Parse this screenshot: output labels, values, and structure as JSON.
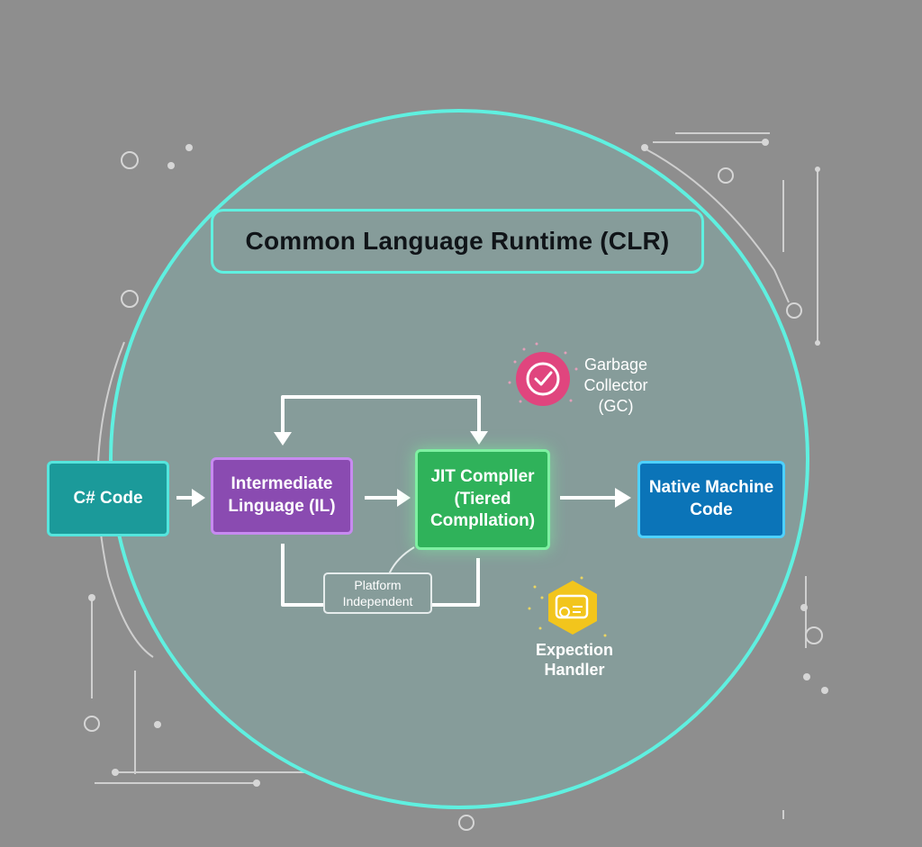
{
  "diagram": {
    "title": "Common Language Runtime (CLR)",
    "nodes": {
      "csharp": "C# Code",
      "il": "Intermediate\nLinguage (IL)",
      "jit": "JIT Compller\n(Tiered\nCompllation)",
      "native": "Native Machine\nCode"
    },
    "platform_label": "Platform\nIndependent",
    "garbage_collector": "Garbage\nCollector\n(GC)",
    "exception_handler": "Expection\nHandler"
  },
  "colors": {
    "background": "#8e8e8e",
    "circle_fill": "#869c9a",
    "circle_border": "#5ff0e0",
    "csharp": "#1b9a9a",
    "il": "#8a4bb1",
    "jit": "#2fb25a",
    "native": "#0b74b8",
    "gc_icon": "#e0457e",
    "exception_icon": "#f2c51c"
  },
  "icons": {
    "gc": "check-circle-icon",
    "exception": "hexagon-key-icon"
  }
}
